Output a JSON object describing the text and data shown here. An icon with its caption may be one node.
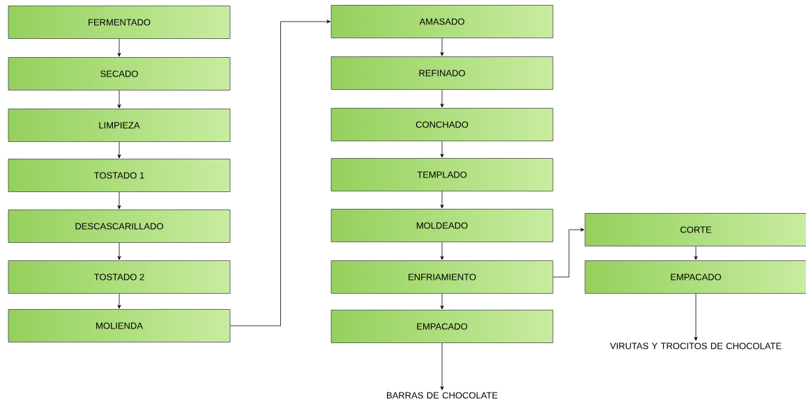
{
  "diagram": {
    "nodes": [
      {
        "text": [
          "FERMENTADO"
        ]
      },
      {
        "text": [
          "SECADO"
        ]
      },
      {
        "text": [
          "LIMPIEZA"
        ]
      },
      {
        "text": [
          "TOSTADO 1"
        ]
      },
      {
        "text": [
          "DESCASCARILLADO"
        ]
      },
      {
        "text": [
          "TOSTADO 2"
        ]
      },
      {
        "text": [
          "MOLIENDA"
        ]
      },
      {
        "text": [
          "AMASADO"
        ]
      },
      {
        "text": [
          "REFINADO"
        ]
      },
      {
        "text": [
          "CONCHADO"
        ]
      },
      {
        "text": [
          "TEMPLADO"
        ]
      },
      {
        "text": [
          "MOLDEADO"
        ]
      },
      {
        "text": [
          "ENFRIAMIENTO"
        ]
      },
      {
        "text": [
          "EMPACADO"
        ]
      },
      {
        "text": [
          "CORTE"
        ]
      },
      {
        "text": [
          "EMPACADO"
        ]
      },
      {
        "text": [
          "BARRAS DE CHOCOLATE"
        ]
      },
      {
        "text": [
          "VIRUTAS Y TROCITOS DE CHOCOLATE"
        ]
      }
    ],
    "edges": [
      {
        "from": 0,
        "to": 1,
        "arrow": "to"
      },
      {
        "from": 1,
        "to": 2,
        "arrow": "to"
      },
      {
        "from": 2,
        "to": 3,
        "arrow": "to"
      },
      {
        "from": 3,
        "to": 4,
        "arrow": "to"
      },
      {
        "from": 4,
        "to": 5,
        "arrow": "to"
      },
      {
        "from": 5,
        "to": 6,
        "arrow": "to"
      },
      {
        "from": 6,
        "to": 7,
        "arrow": "to"
      },
      {
        "from": 7,
        "to": 8,
        "arrow": "to"
      },
      {
        "from": 8,
        "to": 9,
        "arrow": "to"
      },
      {
        "from": 9,
        "to": 10,
        "arrow": "to"
      },
      {
        "from": 10,
        "to": 11,
        "arrow": "to"
      },
      {
        "from": 11,
        "to": 12,
        "arrow": "to"
      },
      {
        "from": 12,
        "to": 13,
        "arrow": "to"
      },
      {
        "from": 12,
        "to": 14,
        "arrow": "to"
      },
      {
        "from": 14,
        "to": 15,
        "arrow": "to"
      },
      {
        "from": 13,
        "to": 16,
        "arrow": "to"
      },
      {
        "from": 15,
        "to": 17,
        "arrow": "to"
      }
    ]
  }
}
